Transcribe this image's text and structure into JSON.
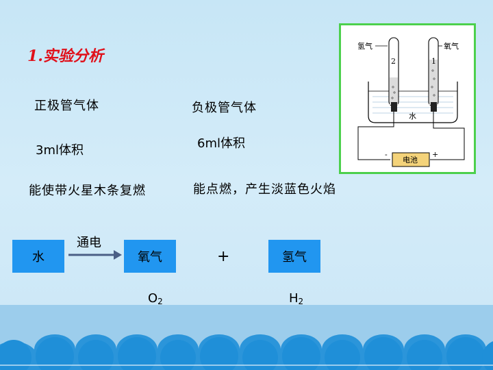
{
  "title": "1.实验分析",
  "columns": {
    "positive": {
      "gas": "正极管气体",
      "volume": "3ml体积",
      "property": "能使带火星木条复燃"
    },
    "negative": {
      "gas": "负极管气体",
      "volume": "6ml体积",
      "property": "能点燃，产生淡蓝色火焰"
    }
  },
  "reaction": {
    "reactant": "水",
    "condition": "通电",
    "product1": "氧气",
    "plus": "+",
    "product2": "氢气",
    "formula1": {
      "base": "O",
      "sub": "2"
    },
    "formula2": {
      "base": "H",
      "sub": "2"
    }
  },
  "figure": {
    "hydrogen_label": "氢气",
    "oxygen_label": "氧气",
    "tube_left_number": "2",
    "tube_right_number": "1",
    "water_label": "水",
    "battery_label": "电池",
    "minus": "-",
    "plus": "+"
  },
  "colors": {
    "title": "#e0101a",
    "box": "#2196f0",
    "figure_border": "#4cd04c",
    "wave": "#1f8fd8"
  }
}
